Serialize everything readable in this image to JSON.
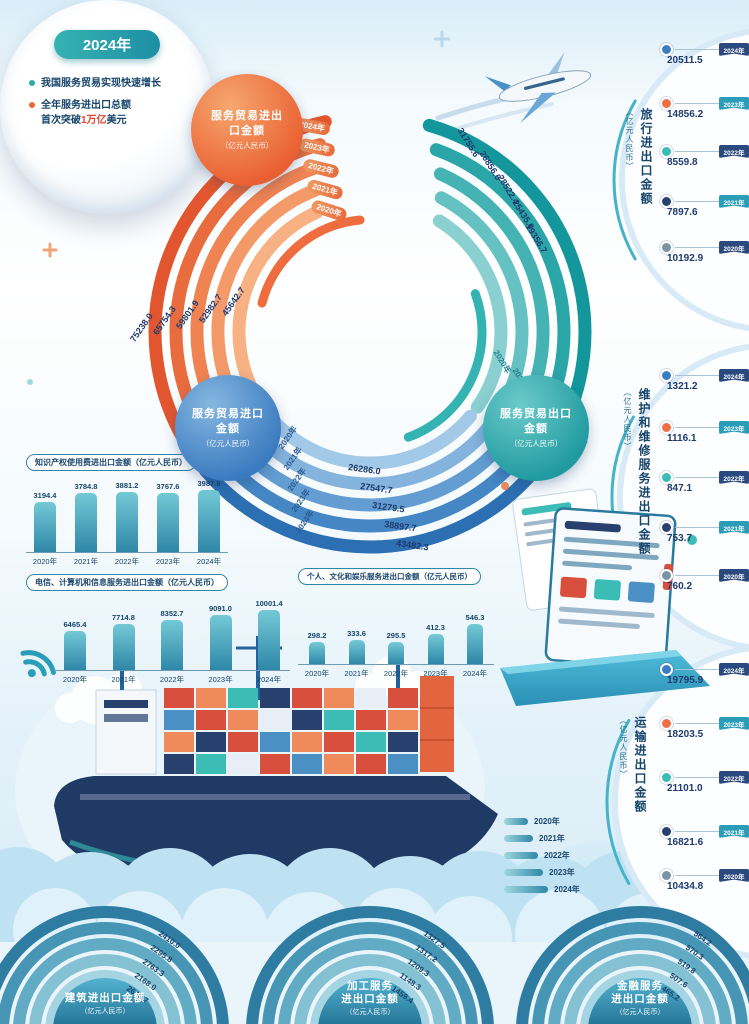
{
  "colors": {
    "navy": "#1f3a6e",
    "orange": "#ec6a3a",
    "teal": "#2a9d9d",
    "blue": "#3c7cc0",
    "highlight_red": "#e8432e"
  },
  "center": {
    "year": "2024年",
    "bullet1": "我国服务贸易实现快速增长",
    "bullet2_line1": "全年服务进出口总额",
    "bullet2_pre": "首次突破",
    "bullet2_hl": "1万亿",
    "bullet2_post": "美元"
  },
  "arc_total": {
    "title": "服务贸易进出口金额",
    "unit": "（亿元人民币）",
    "years": [
      "2024年",
      "2023年",
      "2022年",
      "2021年",
      "2020年"
    ],
    "values": [
      "75238.0",
      "65754.3",
      "59801.9",
      "52982.7",
      "45642.7"
    ]
  },
  "arc_export": {
    "title": "服务贸易出口金额",
    "unit": "（亿元人民币）",
    "values": [
      "31755.6",
      "26856.6",
      "28522.4",
      "25435.0",
      "19356.7"
    ],
    "years": [
      "2020年",
      "2021年",
      "2022年",
      "2023年",
      "2024年"
    ]
  },
  "arc_import": {
    "title": "服务贸易进口金额",
    "unit": "（亿元人民币）",
    "values": [
      "26286.0",
      "27547.7",
      "31279.5",
      "38897.7",
      "43482.3"
    ],
    "years": [
      "2020年",
      "2021年",
      "2022年",
      "2023年",
      "2024年"
    ]
  },
  "side_travel": {
    "title": "旅行进出口金额",
    "unit": "（亿元人民币）",
    "items": [
      {
        "value": "20511.5",
        "year": "2024年"
      },
      {
        "value": "14856.2",
        "year": "2023年"
      },
      {
        "value": "8559.8",
        "year": "2022年"
      },
      {
        "value": "7897.6",
        "year": "2021年"
      },
      {
        "value": "10192.9",
        "year": "2020年"
      }
    ]
  },
  "side_maintenance": {
    "title": "维护和维修服务进出口金额",
    "unit": "（亿元人民币）",
    "items": [
      {
        "value": "1321.2",
        "year": "2024年"
      },
      {
        "value": "1116.1",
        "year": "2023年"
      },
      {
        "value": "847.1",
        "year": "2022年"
      },
      {
        "value": "753.7",
        "year": "2021年"
      },
      {
        "value": "760.2",
        "year": "2020年"
      }
    ]
  },
  "side_transport": {
    "title": "运输进出口金额",
    "unit": "（亿元人民币）",
    "items": [
      {
        "value": "19795.9",
        "year": "2024年"
      },
      {
        "value": "18203.5",
        "year": "2023年"
      },
      {
        "value": "21101.0",
        "year": "2022年"
      },
      {
        "value": "16821.6",
        "year": "2021年"
      },
      {
        "value": "10434.8",
        "year": "2020年"
      }
    ]
  },
  "bar_ip": {
    "label": "知识产权使用费进出口金额（亿元人民币）",
    "bars": [
      {
        "year": "2020年",
        "value": "3194.4"
      },
      {
        "year": "2021年",
        "value": "3784.8"
      },
      {
        "year": "2022年",
        "value": "3881.2"
      },
      {
        "year": "2023年",
        "value": "3767.6"
      },
      {
        "year": "2024年",
        "value": "3987.9"
      }
    ]
  },
  "bar_telecom": {
    "label": "电信、计算机和信息服务进出口金额（亿元人民币）",
    "bars": [
      {
        "year": "2020年",
        "value": "6465.4"
      },
      {
        "year": "2021年",
        "value": "7714.8"
      },
      {
        "year": "2022年",
        "value": "8352.7"
      },
      {
        "year": "2023年",
        "value": "9091.0"
      },
      {
        "year": "2024年",
        "value": "10001.4"
      }
    ]
  },
  "bar_personal": {
    "label": "个人、文化和娱乐服务进出口金额（亿元人民币）",
    "bars": [
      {
        "year": "2020年",
        "value": "298.2"
      },
      {
        "year": "2021年",
        "value": "333.6"
      },
      {
        "year": "2022年",
        "value": "295.5"
      },
      {
        "year": "2023年",
        "value": "412.3"
      },
      {
        "year": "2024年",
        "value": "546.3"
      }
    ]
  },
  "legend": {
    "items": [
      "2020年",
      "2021年",
      "2022年",
      "2023年",
      "2024年"
    ]
  },
  "dome_construction": {
    "title_line1": "建筑进出口金额",
    "unit": "（亿元人民币）",
    "values": [
      "2410.0",
      "2295.8",
      "2763.3",
      "2168.0",
      "2640.7"
    ]
  },
  "dome_processing": {
    "title_line1": "加工服务",
    "title_line2": "进出口金额",
    "unit": "（亿元人民币）",
    "values": [
      "1327.5",
      "1317.2",
      "1209.3",
      "1148.3",
      "1459.4"
    ]
  },
  "dome_finance": {
    "title_line1": "金融服务",
    "title_line2": "进出口金额",
    "unit": "（亿元人民币）",
    "values": [
      "564.2",
      "570.3",
      "519.8",
      "507.6",
      "465.2"
    ]
  },
  "chart_data": [
    {
      "type": "bar",
      "title": "服务贸易进出口金额",
      "ylabel": "亿元人民币",
      "categories": [
        "2020年",
        "2021年",
        "2022年",
        "2023年",
        "2024年"
      ],
      "values": [
        45642.7,
        52982.7,
        59801.9,
        65754.3,
        75238.0
      ]
    },
    {
      "type": "bar",
      "title": "服务贸易出口金额",
      "ylabel": "亿元人民币",
      "categories": [
        "2020年",
        "2021年",
        "2022年",
        "2023年",
        "2024年"
      ],
      "values": [
        19356.7,
        25435.0,
        28522.4,
        26856.6,
        31755.6
      ]
    },
    {
      "type": "bar",
      "title": "服务贸易进口金额",
      "ylabel": "亿元人民币",
      "categories": [
        "2020年",
        "2021年",
        "2022年",
        "2023年",
        "2024年"
      ],
      "values": [
        26286.0,
        27547.7,
        31279.5,
        38897.7,
        43482.3
      ]
    },
    {
      "type": "bar",
      "title": "旅行进出口金额",
      "ylabel": "亿元人民币",
      "categories": [
        "2020年",
        "2021年",
        "2022年",
        "2023年",
        "2024年"
      ],
      "values": [
        10192.9,
        7897.6,
        8559.8,
        14856.2,
        20511.5
      ]
    },
    {
      "type": "bar",
      "title": "维护和维修服务进出口金额",
      "ylabel": "亿元人民币",
      "categories": [
        "2020年",
        "2021年",
        "2022年",
        "2023年",
        "2024年"
      ],
      "values": [
        760.2,
        753.7,
        847.1,
        1116.1,
        1321.2
      ]
    },
    {
      "type": "bar",
      "title": "运输进出口金额",
      "ylabel": "亿元人民币",
      "categories": [
        "2020年",
        "2021年",
        "2022年",
        "2023年",
        "2024年"
      ],
      "values": [
        10434.8,
        16821.6,
        21101.0,
        18203.5,
        19795.9
      ]
    },
    {
      "type": "bar",
      "title": "知识产权使用费进出口金额",
      "ylabel": "亿元人民币",
      "categories": [
        "2020年",
        "2021年",
        "2022年",
        "2023年",
        "2024年"
      ],
      "values": [
        3194.4,
        3784.8,
        3881.2,
        3767.6,
        3987.9
      ]
    },
    {
      "type": "bar",
      "title": "电信、计算机和信息服务进出口金额",
      "ylabel": "亿元人民币",
      "categories": [
        "2020年",
        "2021年",
        "2022年",
        "2023年",
        "2024年"
      ],
      "values": [
        6465.4,
        7714.8,
        8352.7,
        9091.0,
        10001.4
      ]
    },
    {
      "type": "bar",
      "title": "个人、文化和娱乐服务进出口金额",
      "ylabel": "亿元人民币",
      "categories": [
        "2020年",
        "2021年",
        "2022年",
        "2023年",
        "2024年"
      ],
      "values": [
        298.2,
        333.6,
        295.5,
        412.3,
        546.3
      ]
    },
    {
      "type": "bar",
      "title": "建筑进出口金额",
      "ylabel": "亿元人民币",
      "categories": [
        "2020年",
        "2021年",
        "2022年",
        "2023年",
        "2024年"
      ],
      "values": [
        2640.7,
        2168.0,
        2763.3,
        2295.8,
        2410.0
      ]
    },
    {
      "type": "bar",
      "title": "加工服务进出口金额",
      "ylabel": "亿元人民币",
      "categories": [
        "2020年",
        "2021年",
        "2022年",
        "2023年",
        "2024年"
      ],
      "values": [
        1459.4,
        1148.3,
        1209.3,
        1317.2,
        1327.5
      ]
    },
    {
      "type": "bar",
      "title": "金融服务进出口金额",
      "ylabel": "亿元人民币",
      "categories": [
        "2020年",
        "2021年",
        "2022年",
        "2023年",
        "2024年"
      ],
      "values": [
        465.2,
        507.6,
        519.8,
        570.3,
        564.2
      ]
    }
  ]
}
